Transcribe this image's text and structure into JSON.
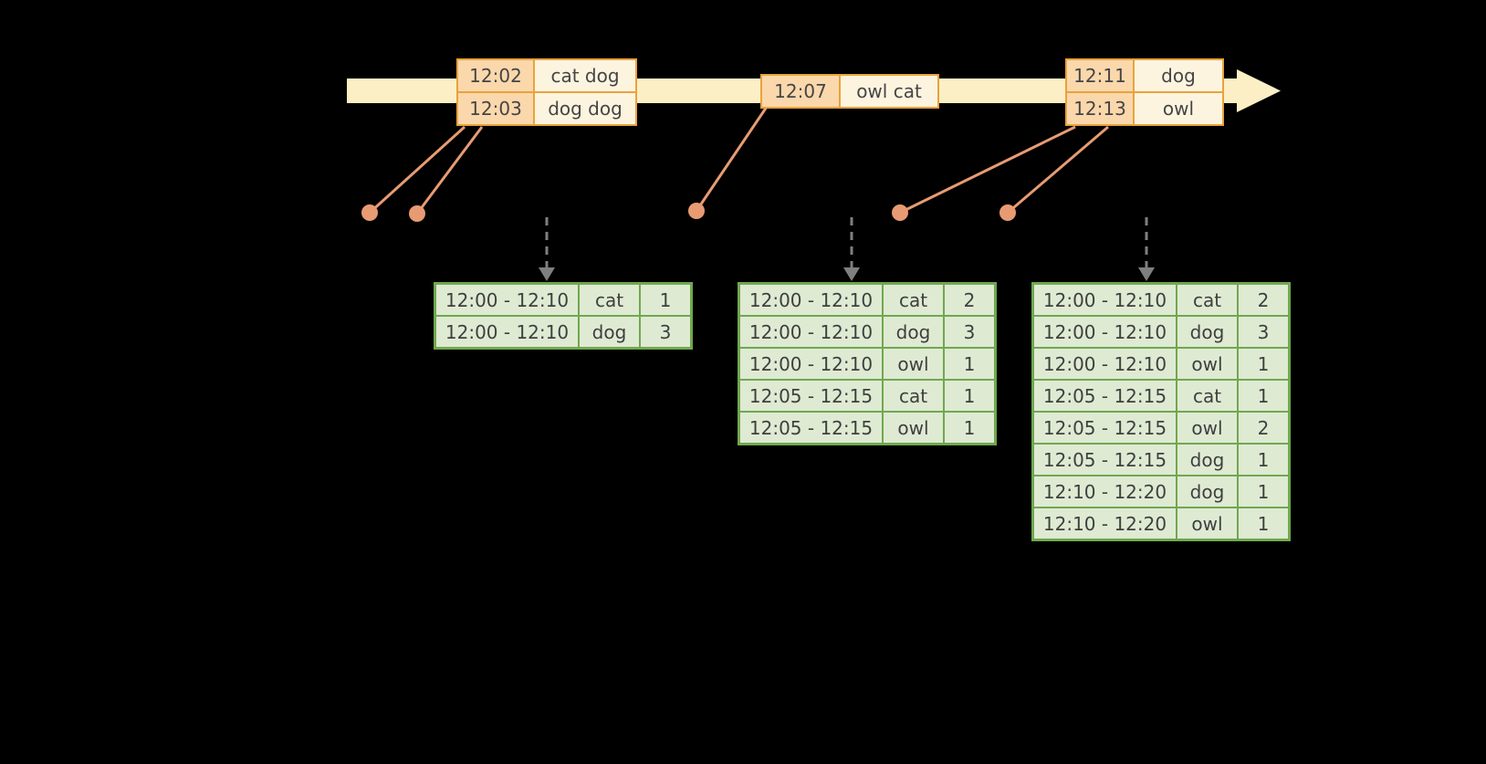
{
  "colors": {
    "background": "#000000",
    "timeline_fill": "#FCEFC5",
    "event_border": "#E9A23B",
    "event_time_fill": "#FAD8AC",
    "event_word_fill": "#FDF4DF",
    "connector": "#E89B72",
    "dashed_arrow": "#7F7F7F",
    "result_border": "#6FA84F",
    "result_cell_fill": "#DFEAD3",
    "text": "#3F3F3F"
  },
  "event_groups": [
    {
      "rows": [
        {
          "time": "12:02",
          "words": "cat dog"
        },
        {
          "time": "12:03",
          "words": "dog dog"
        }
      ]
    },
    {
      "rows": [
        {
          "time": "12:07",
          "words": "owl cat"
        }
      ]
    },
    {
      "rows": [
        {
          "time": "12:11",
          "words": "dog"
        },
        {
          "time": "12:13",
          "words": "owl"
        }
      ]
    }
  ],
  "result_tables": [
    {
      "rows": [
        {
          "window": "12:00 - 12:10",
          "word": "cat",
          "count": "1"
        },
        {
          "window": "12:00 - 12:10",
          "word": "dog",
          "count": "3"
        }
      ]
    },
    {
      "rows": [
        {
          "window": "12:00 - 12:10",
          "word": "cat",
          "count": "2"
        },
        {
          "window": "12:00 - 12:10",
          "word": "dog",
          "count": "3"
        },
        {
          "window": "12:00 - 12:10",
          "word": "owl",
          "count": "1"
        },
        {
          "window": "12:05 - 12:15",
          "word": "cat",
          "count": "1"
        },
        {
          "window": "12:05 - 12:15",
          "word": "owl",
          "count": "1"
        }
      ]
    },
    {
      "rows": [
        {
          "window": "12:00 - 12:10",
          "word": "cat",
          "count": "2"
        },
        {
          "window": "12:00 - 12:10",
          "word": "dog",
          "count": "3"
        },
        {
          "window": "12:00 - 12:10",
          "word": "owl",
          "count": "1"
        },
        {
          "window": "12:05 - 12:15",
          "word": "cat",
          "count": "1"
        },
        {
          "window": "12:05 - 12:15",
          "word": "owl",
          "count": "2"
        },
        {
          "window": "12:05 - 12:15",
          "word": "dog",
          "count": "1"
        },
        {
          "window": "12:10 - 12:20",
          "word": "dog",
          "count": "1"
        },
        {
          "window": "12:10 - 12:20",
          "word": "owl",
          "count": "1"
        }
      ]
    }
  ]
}
